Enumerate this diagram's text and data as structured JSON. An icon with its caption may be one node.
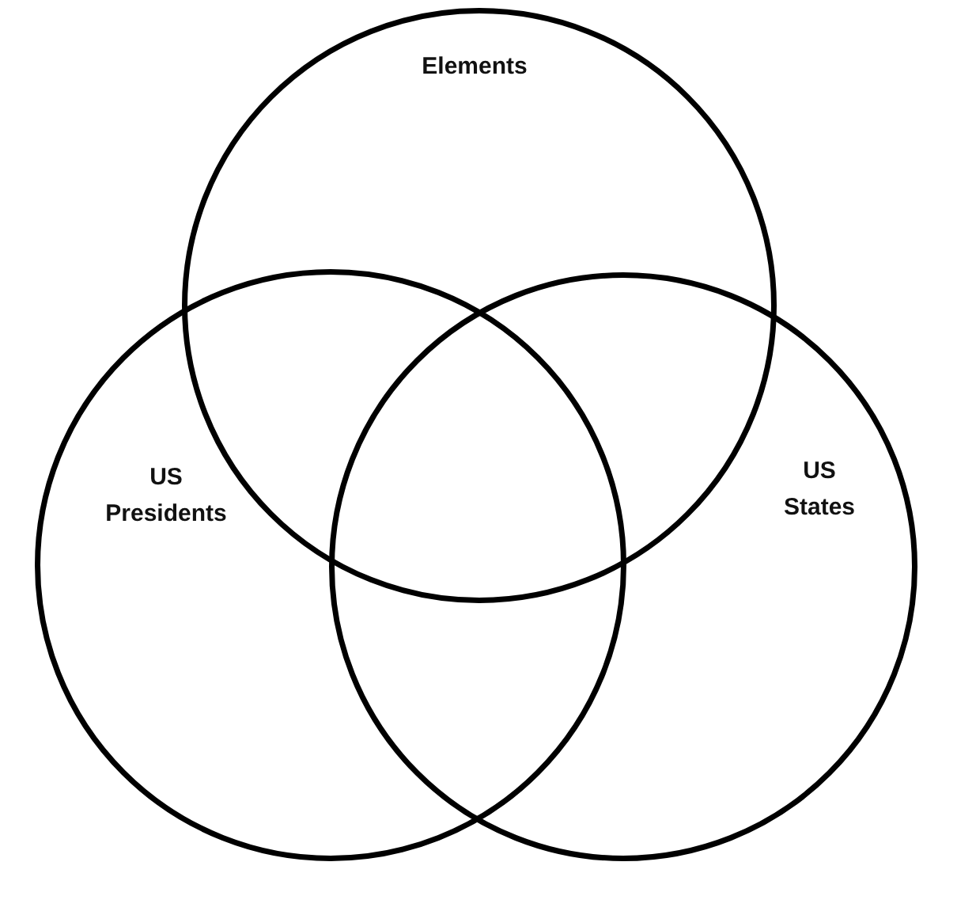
{
  "diagram": {
    "nodes": [
      {
        "text": [
          "Elements"
        ]
      },
      {
        "text": [
          "US Presidents"
        ]
      },
      {
        "text": [
          "US States"
        ]
      }
    ]
  }
}
